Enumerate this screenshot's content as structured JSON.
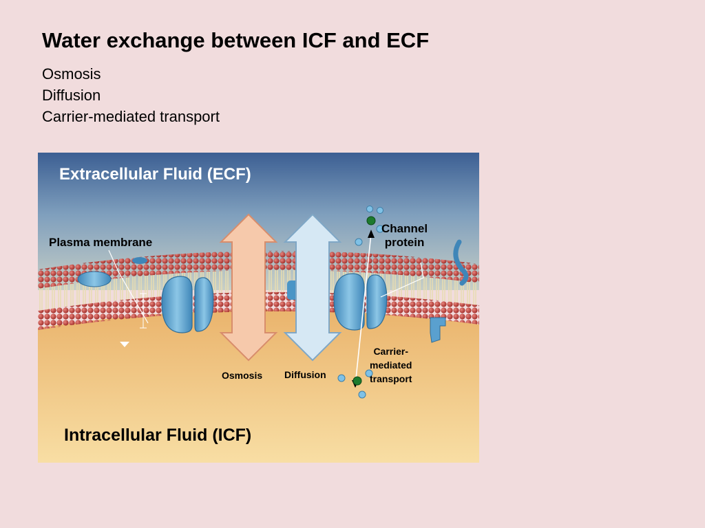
{
  "slide": {
    "title": "Water exchange between ICF and ECF",
    "bullets": [
      "Osmosis",
      "Diffusion",
      "Carrier-mediated transport"
    ]
  },
  "figure": {
    "ecf_label": "Extracellular Fluid (ECF)",
    "icf_label": "Intracellular Fluid (ICF)",
    "plasma_membrane_label": "Plasma membrane",
    "channel_protein_label": [
      "Channel",
      "protein"
    ],
    "carrier_label": [
      "Carrier-",
      "mediated",
      "transport"
    ],
    "osmosis_label": "Osmosis",
    "diffusion_label": "Diffusion"
  },
  "colors": {
    "background": "#f1dcdd",
    "ecf_top": "#3c5f93",
    "icf": "#f2c27f",
    "lipid_head": "#b83a34",
    "protein": "#5aa0cf",
    "osmosis_arrow": "#f6c9ab",
    "diffusion_arrow": "#d6e8f4",
    "solute": "#1d7a2e"
  }
}
